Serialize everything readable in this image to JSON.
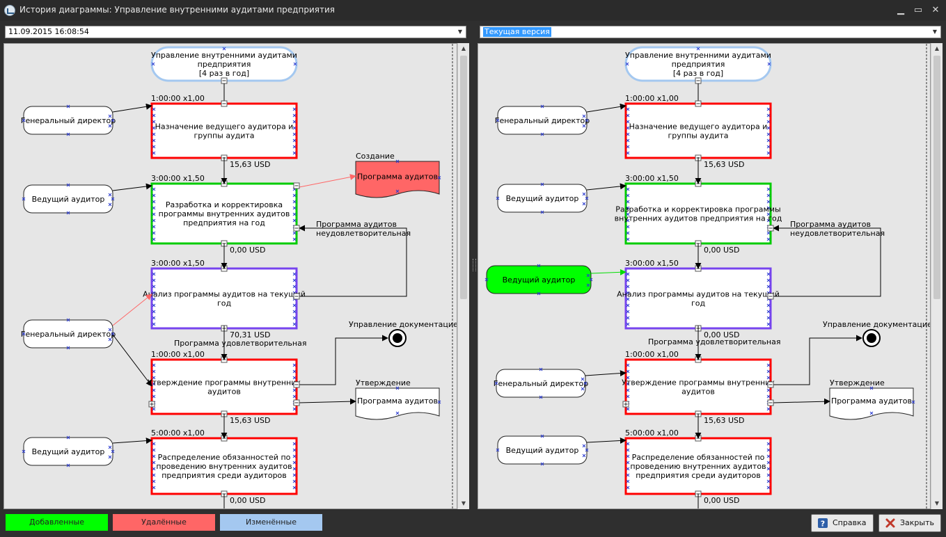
{
  "window": {
    "title": "История диаграммы: Управление внутренними аудитами предприятия",
    "minimize": "▁",
    "maximize": "▭",
    "close": "✕"
  },
  "left_version": "11.09.2015 16:08:54",
  "right_version": "Текущая версия",
  "legend": {
    "added": {
      "label": "Добавленные",
      "color": "#00ff00"
    },
    "deleted": {
      "label": "Удалённые",
      "color": "#ff6666"
    },
    "changed": {
      "label": "Изменённые",
      "color": "#a4c8f0"
    }
  },
  "buttons": {
    "help": "Справка",
    "close": "Закрыть"
  },
  "colors": {
    "canvas_bg": "#e6e6e6",
    "red": "#ff0000",
    "green": "#00cc00",
    "purple": "#7744ee",
    "blue_frame": "#a4c8f0",
    "deleted_red": "#ff6666",
    "added_green": "#00ff00"
  },
  "left": {
    "start": [
      "Управление внутренними аудитами",
      "предприятия",
      "[4 раз в год]"
    ],
    "roles": [
      "Генеральный директор",
      "Ведущий аудитор",
      "Генеральный директор",
      "Ведущий аудитор"
    ],
    "processes": [
      {
        "time": "1:00:00 x1,00",
        "text": [
          "Назначение ведущего аудитора и",
          "группы аудита"
        ],
        "cost": "15,63 USD"
      },
      {
        "time": "3:00:00 x1,50",
        "text": [
          "Разработка и корректировка",
          "программы внутренних аудитов",
          "предприятия на год"
        ],
        "cost": "0,00 USD"
      },
      {
        "time": "3:00:00 x1,50",
        "text": [
          "Анализ программы аудитов на текущий",
          "год"
        ],
        "cost": "70,31 USD"
      },
      {
        "time": "1:00:00 x1,00",
        "text": [
          "Утверждение программы внутренних",
          "аудитов"
        ],
        "cost": "15,63 USD"
      },
      {
        "time": "5:00:00 x1,00",
        "text": [
          "Распределение обязанностей по",
          "проведению внутренних аудитов",
          "предприятия среди аудиторов"
        ],
        "cost": "0,00 USD"
      }
    ],
    "doc_create_label": "Создание",
    "doc_create": "Программа аудитов",
    "doc_approve_label": "Утверждение",
    "doc_approve": "Программа аудитов",
    "unsat_label": [
      "Программа аудитов",
      "неудовлетворительная"
    ],
    "sat_label": "Программа удовлетворительная",
    "end_label": "Управление документацией"
  },
  "right": {
    "start": [
      "Управление внутренними аудитами",
      "предприятия",
      "[4 раз в год]"
    ],
    "roles": [
      "Генеральный директор",
      "Ведущий аудитор",
      "Ведущий аудитор",
      "Генеральный директор",
      "Ведущий аудитор"
    ],
    "processes": [
      {
        "time": "1:00:00 x1,00",
        "text": [
          "Назначение ведущего аудитора и",
          "группы аудита"
        ],
        "cost": "15,63 USD"
      },
      {
        "time": "3:00:00 x1,50",
        "text": [
          "Разработка и корректировка программы",
          "внутренних аудитов предприятия на год"
        ],
        "cost": "0,00 USD"
      },
      {
        "time": "3:00:00 x1,50",
        "text": [
          "Анализ программы аудитов на текущий",
          "год"
        ],
        "cost": "0,00 USD"
      },
      {
        "time": "1:00:00 x1,00",
        "text": [
          "Утверждение программы внутренних",
          "аудитов"
        ],
        "cost": "15,63 USD"
      },
      {
        "time": "5:00:00 x1,00",
        "text": [
          "Распределение обязанностей по",
          "проведению внутренних аудитов",
          "предприятия среди аудиторов"
        ],
        "cost": "0,00 USD"
      }
    ],
    "doc_approve_label": "Утверждение",
    "doc_approve": "Программа аудитов",
    "unsat_label": [
      "Программа аудитов",
      "неудовлетворительная"
    ],
    "sat_label": "Программа удовлетворительная",
    "end_label": "Управление документацией"
  }
}
